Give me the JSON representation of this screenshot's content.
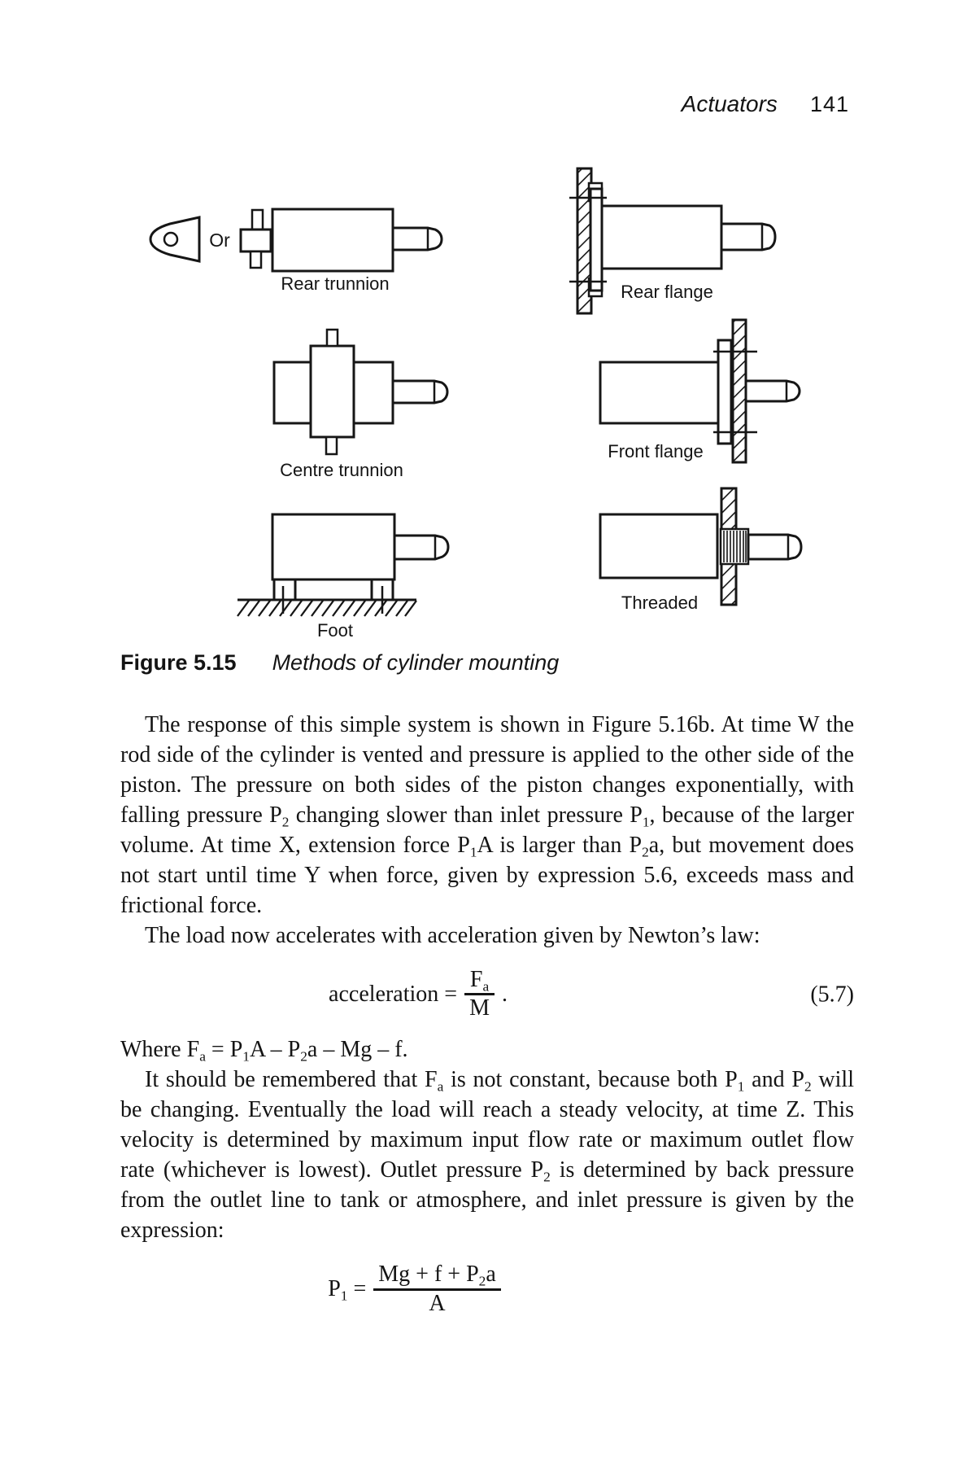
{
  "header": {
    "running_title": "Actuators",
    "page_number": "141"
  },
  "figure": {
    "or_label": "Or",
    "labels": {
      "rear_trunnion": "Rear trunnion",
      "rear_flange": "Rear flange",
      "centre_trunnion": "Centre trunnion",
      "front_flange": "Front flange",
      "foot": "Foot",
      "threaded": "Threaded"
    },
    "caption": {
      "number": "Figure 5.15",
      "title": "Methods of cylinder mounting"
    }
  },
  "body": {
    "p1": [
      {
        "t": "The response of this simple system is shown in Figure 5.16b. At time W the rod side of the cylinder is vented and pressure is applied to the other side of the piston. The pressure on both sides of the piston changes exponentially, with falling pressure P"
      },
      {
        "sub": "2"
      },
      {
        "t": " changing slower than inlet pressure P"
      },
      {
        "sub": "1"
      },
      {
        "t": ", because of the larger volume. At time X, extension force P"
      },
      {
        "sub": "1"
      },
      {
        "t": "A is larger than P"
      },
      {
        "sub": "2"
      },
      {
        "t": "a, but movement does not start until time Y when force, given by expression 5.6, exceeds mass and frictional force."
      }
    ],
    "p2": [
      {
        "t": "The load now accelerates with acceleration given by Newton’s law:"
      }
    ],
    "eq57": {
      "lhs": [
        {
          "t": "acceleration = "
        }
      ],
      "num": [
        {
          "t": "F"
        },
        {
          "sub": "a"
        }
      ],
      "den": [
        {
          "t": "M"
        }
      ],
      "after": " .",
      "number": "(5.7)"
    },
    "where": [
      {
        "t": "Where F"
      },
      {
        "sub": "a"
      },
      {
        "t": " = P"
      },
      {
        "sub": "1"
      },
      {
        "t": "A – P"
      },
      {
        "sub": "2"
      },
      {
        "t": "a – Mg – f."
      }
    ],
    "p4": [
      {
        "t": "It should be remembered that F"
      },
      {
        "sub": "a"
      },
      {
        "t": " is not constant, because both P"
      },
      {
        "sub": "1"
      },
      {
        "t": " and P"
      },
      {
        "sub": "2"
      },
      {
        "t": " will be changing. Eventually the load will reach a steady velocity, at time Z. This velocity is determined by maximum input flow rate or maximum outlet flow rate (whichever is lowest). Outlet pressure P"
      },
      {
        "sub": "2"
      },
      {
        "t": " is determined by back pressure from the outlet line to tank or atmosphere, and inlet pressure is given by the expression:"
      }
    ],
    "eqP1": {
      "lhs": [
        {
          "t": "P"
        },
        {
          "sub": "1"
        },
        {
          "t": " = "
        }
      ],
      "num": [
        {
          "t": "Mg + f + P"
        },
        {
          "sub": "2"
        },
        {
          "t": "a"
        }
      ],
      "den": [
        {
          "t": "A"
        }
      ]
    }
  }
}
